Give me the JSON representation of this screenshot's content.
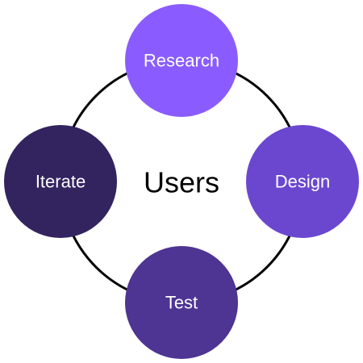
{
  "center": {
    "label": "Users"
  },
  "nodes": [
    {
      "id": "research",
      "label": "Research",
      "color": "#8a5cff"
    },
    {
      "id": "design",
      "label": "Design",
      "color": "#6b47cf"
    },
    {
      "id": "test",
      "label": "Test",
      "color": "#4e3493"
    },
    {
      "id": "iterate",
      "label": "Iterate",
      "color": "#33235f"
    }
  ],
  "colors": {
    "ring": "#000000",
    "node_text": "#ffffff",
    "center_text": "#000000",
    "background": "#ffffff"
  }
}
